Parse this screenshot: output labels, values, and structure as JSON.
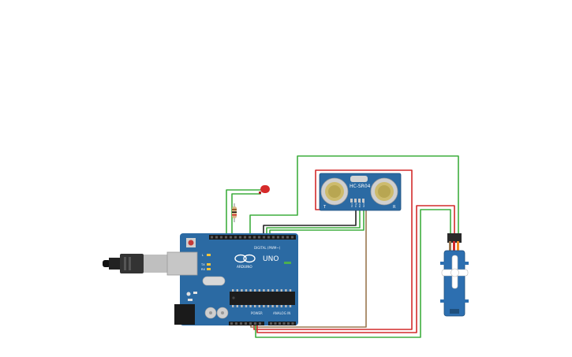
{
  "arduino": {
    "brand": "ARDUINO",
    "model": "UNO",
    "digital_header_label": "DIGITAL (PWM~)",
    "power_label": "POWER",
    "analog_label": "ANALOG IN",
    "tx_label": "TX",
    "rx_label": "RX",
    "l_label": "L",
    "on_label": "ON"
  },
  "sensor": {
    "model": "HC-SR04",
    "left_mark": "T",
    "right_mark": "R",
    "pins": [
      "Vcc",
      "Trig",
      "Echo",
      "Gnd"
    ]
  },
  "colors": {
    "board": "#2b6aa3",
    "board_dark": "#1f4f7c",
    "wire_green": "#3fae3f",
    "wire_red": "#d22b2b",
    "wire_black": "#222222",
    "wire_brown": "#9a7850",
    "led": "#d62a2a",
    "servo": "#2d6fb0"
  }
}
